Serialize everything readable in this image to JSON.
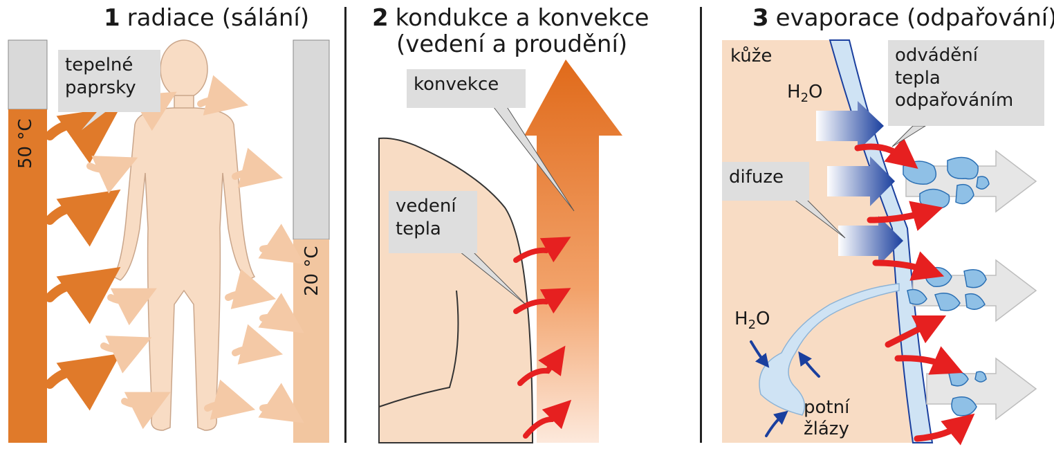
{
  "panels": [
    {
      "number": "1",
      "title": "radiace (sálání)",
      "labels": {
        "rays": "tepelné\npaprsky",
        "hot": "50 °C",
        "cold": "20 °C"
      }
    },
    {
      "number": "2",
      "title_line1": "kondukce a konvekce",
      "title_line2": "(vedení a proudění)",
      "labels": {
        "convection": "konvekce",
        "conduction": "vedení\ntepla"
      }
    },
    {
      "number": "3",
      "title": "evaporace (odpařování)",
      "labels": {
        "skin": "kůže",
        "h2o_top": "H",
        "h2o_sub": "2",
        "h2o_o": "O",
        "removal": "odvádění\ntepla\nodpařováním",
        "diffusion": "difuze",
        "h2o2_h": "H",
        "h2o2_sub": "2",
        "h2o2_o": "O",
        "glands": "potní\nžlázy"
      }
    }
  ],
  "colors": {
    "hot_bar": "#e07a2a",
    "cool_bar": "#f2c6a0",
    "gray_bar": "#d9d9d9",
    "skin": "#f8dcc4",
    "red_arrow": "#e62020",
    "blue_arrow": "#1a3f9e",
    "light_blue": "#cfe3f4",
    "gray_arrow": "#e6e6e6"
  }
}
